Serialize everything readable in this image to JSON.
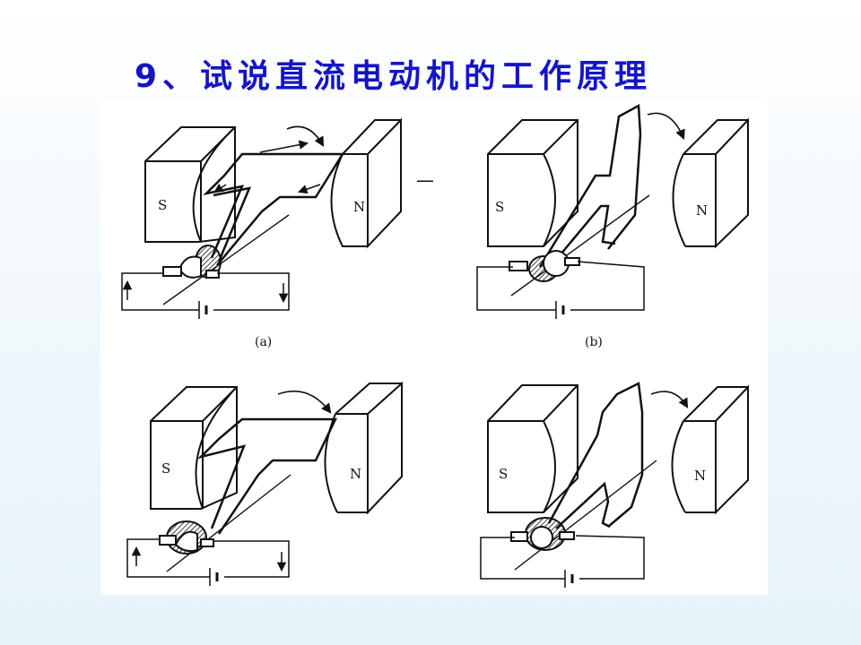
{
  "slide": {
    "title": "9、试说直流电动机的工作原理"
  },
  "figure": {
    "panels": [
      {
        "id": "a",
        "caption": "(a)",
        "south_label": "S",
        "north_label": "N"
      },
      {
        "id": "b",
        "caption": "(b)",
        "south_label": "S",
        "north_label": "N"
      },
      {
        "id": "c",
        "caption": "",
        "south_label": "S",
        "north_label": "N"
      },
      {
        "id": "d",
        "caption": "",
        "south_label": "S",
        "north_label": "N"
      }
    ],
    "separator": "—"
  }
}
